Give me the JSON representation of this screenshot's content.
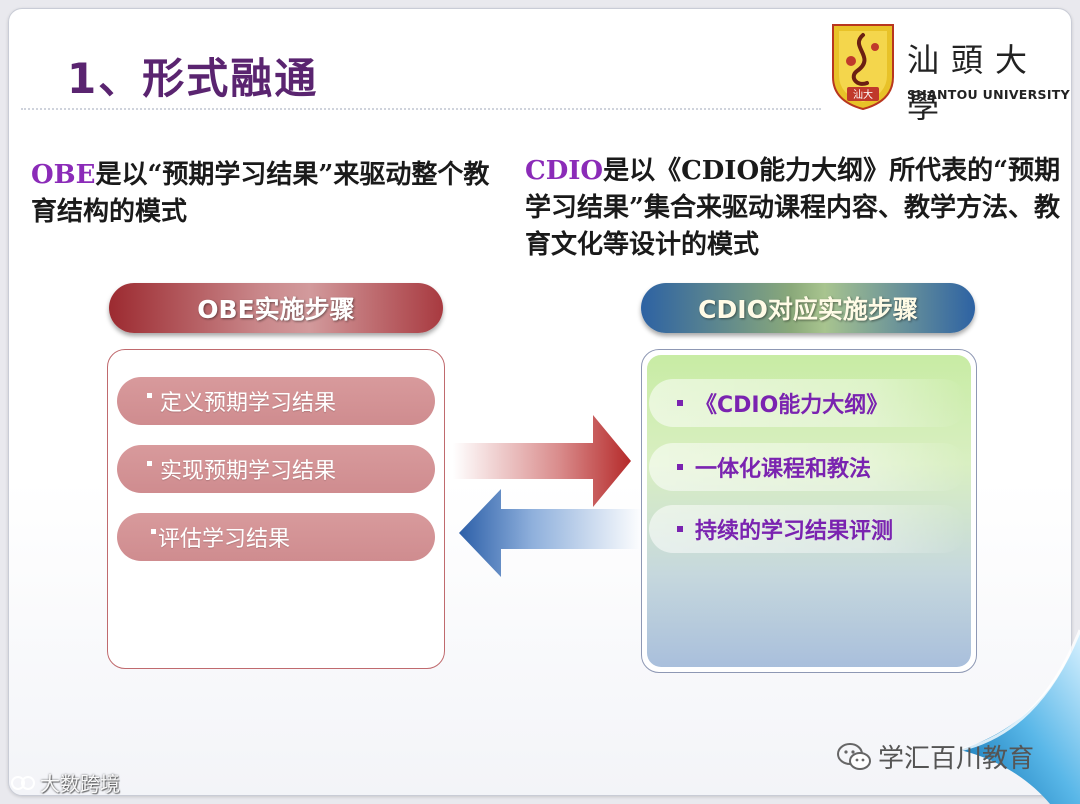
{
  "title": "1、形式融通",
  "logo": {
    "cn_name": "汕頭大學",
    "en_name": "SHANTOU UNIVERSITY",
    "emblem_text": "汕大"
  },
  "left_text": {
    "keyword": "OBE",
    "rest": "是以“预期学习结果”来驱动整个教育结构的模式"
  },
  "right_text": {
    "keyword": "CDIO",
    "rest": "是以《CDIO能力大纲》所代表的“预期学习结果”集合来驱动课程内容、教学方法、教育文化等设计的模式"
  },
  "obe_panel": {
    "header": "OBE实施步骤",
    "items": [
      "定义预期学习结果",
      "实现预期学习结果",
      "评估学习结果"
    ]
  },
  "cdio_panel": {
    "header": "CDIO对应实施步骤",
    "items": [
      "《CDIO能力大纲》",
      "一体化课程和教法",
      "持续的学习结果评测"
    ]
  },
  "watermarks": {
    "left": "大数跨境",
    "right": "学汇百川教育"
  },
  "colors": {
    "title": "#5a2470",
    "keyword": "#8b2bb8",
    "obe_header": "#b34a50",
    "cdio_header": "#2d62a3",
    "cdio_item_text": "#7a23b0"
  },
  "icons": {
    "arrow_right": "red-right-arrow",
    "arrow_left": "blue-left-arrow",
    "wechat": "wechat-icon"
  }
}
